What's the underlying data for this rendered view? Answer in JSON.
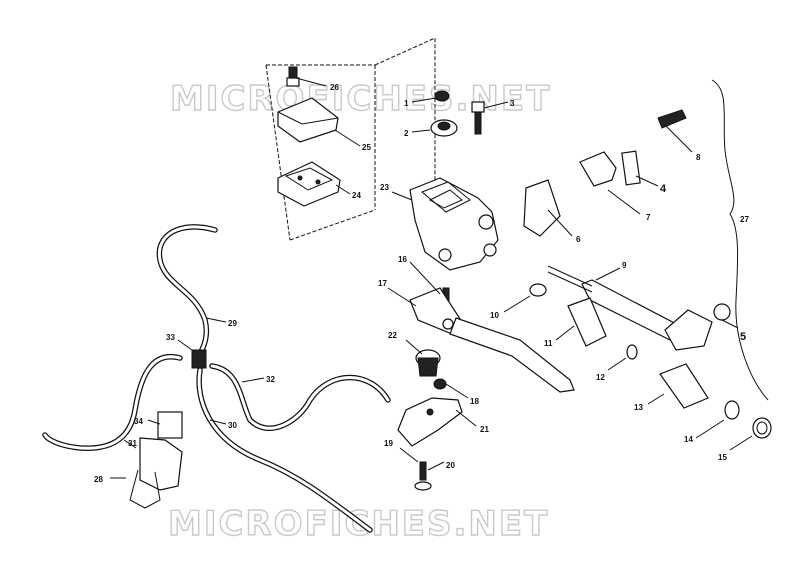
{
  "watermark": {
    "top": "MICROFICHES.NET",
    "bottom": "MICROFICHES.NET"
  },
  "callouts": {
    "c1": "1",
    "c2": "2",
    "c3": "3",
    "c4": "4",
    "c5": "5",
    "c6": "6",
    "c7": "7",
    "c8": "8",
    "c9": "9",
    "c10": "10",
    "c11": "11",
    "c12": "12",
    "c13": "13",
    "c14": "14",
    "c15": "15",
    "c16": "16",
    "c17": "17",
    "c18": "18",
    "c19": "19",
    "c20": "20",
    "c21": "21",
    "c22": "22",
    "c23": "23",
    "c24": "24",
    "c25": "25",
    "c26": "26",
    "c27": "27",
    "c28": "28",
    "c29": "29",
    "c30": "30",
    "c31": "31",
    "c32": "32",
    "c33": "33",
    "c34": "34"
  }
}
